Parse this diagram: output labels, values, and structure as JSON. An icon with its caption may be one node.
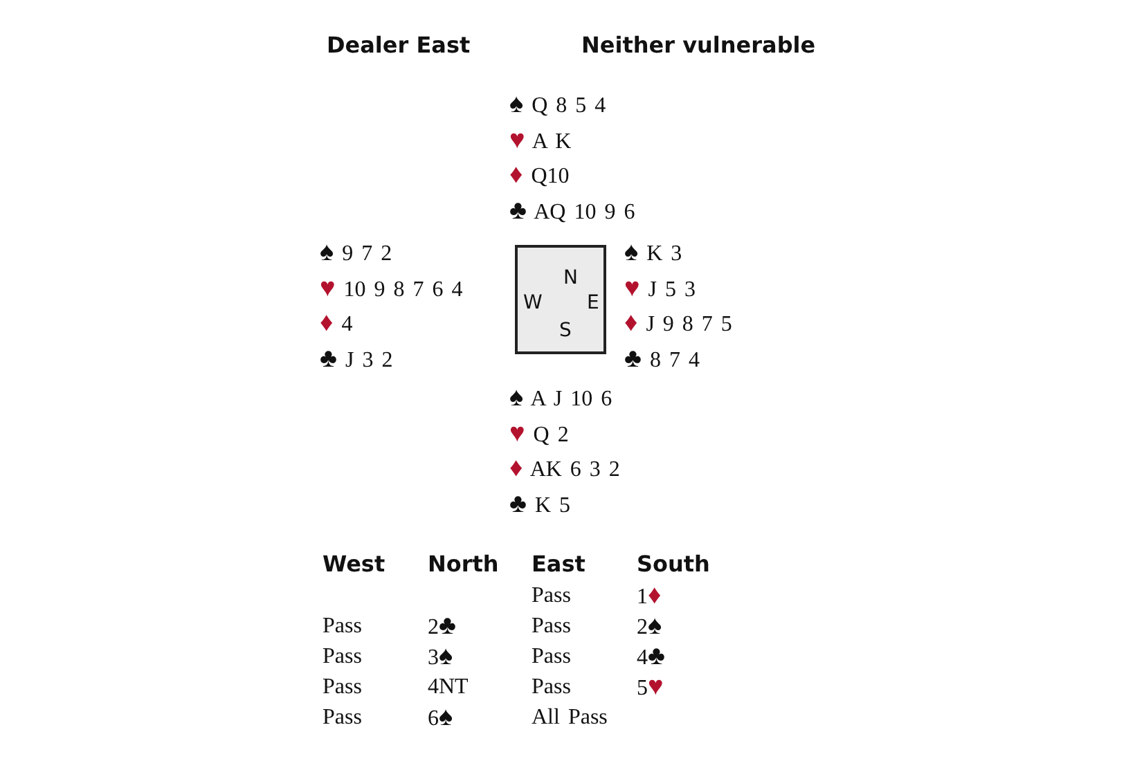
{
  "diagram": {
    "nodes": [
      {
        "text": [
          "N",
          "W",
          "E",
          "S"
        ]
      }
    ],
    "edges": [],
    "labels": [
      "Dealer East",
      "Neither vulnerable",
      "♠ Q 8 5 4",
      "♥ A K",
      "♦ Q10",
      "♣ AQ 10 9 6",
      "♠ 9 7 2",
      "♥ 10 9 8 7 6 4",
      "♦ 4",
      "♣ J 3 2",
      "♠ K 3",
      "♥ J 5 3",
      "♦ J 9 8 7 5",
      "♣ 8 7 4",
      "♠ A J 10 6",
      "♥ Q 2",
      "♦ AK 6 3 2",
      "♣ K 5",
      "West",
      "North",
      "East",
      "South",
      "Pass",
      "1♦",
      "Pass",
      "2♣",
      "Pass",
      "2♠",
      "Pass",
      "3♠",
      "Pass",
      "4♣",
      "Pass",
      "4NT",
      "Pass",
      "5♥",
      "Pass",
      "6♠",
      "All Pass"
    ]
  }
}
